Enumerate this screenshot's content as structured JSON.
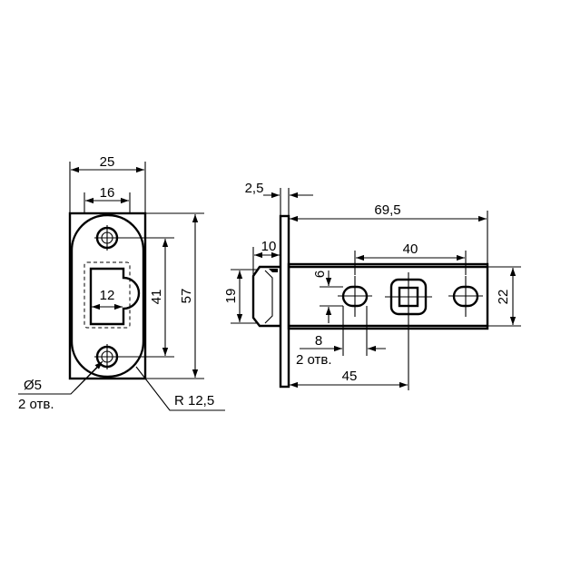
{
  "front_view": {
    "dim_width_outer": "25",
    "dim_width_inner": "16",
    "dim_opening": "12",
    "dim_hole_spacing": "41",
    "dim_height": "57",
    "hole_label": "Ø5",
    "hole_count_label": "2 отв.",
    "radius_label": "R 12,5"
  },
  "side_view": {
    "dim_faceplate": "2,5",
    "dim_total_length": "69,5",
    "dim_latch_depth": "10",
    "dim_slot_spacing": "40",
    "dim_latch_height": "19",
    "dim_slot_width": "6",
    "dim_body_height": "22",
    "dim_slot_length": "8",
    "slot_count_label": "2 отв.",
    "dim_backset": "45"
  },
  "colors": {
    "line": "#000000",
    "background": "#ffffff"
  }
}
